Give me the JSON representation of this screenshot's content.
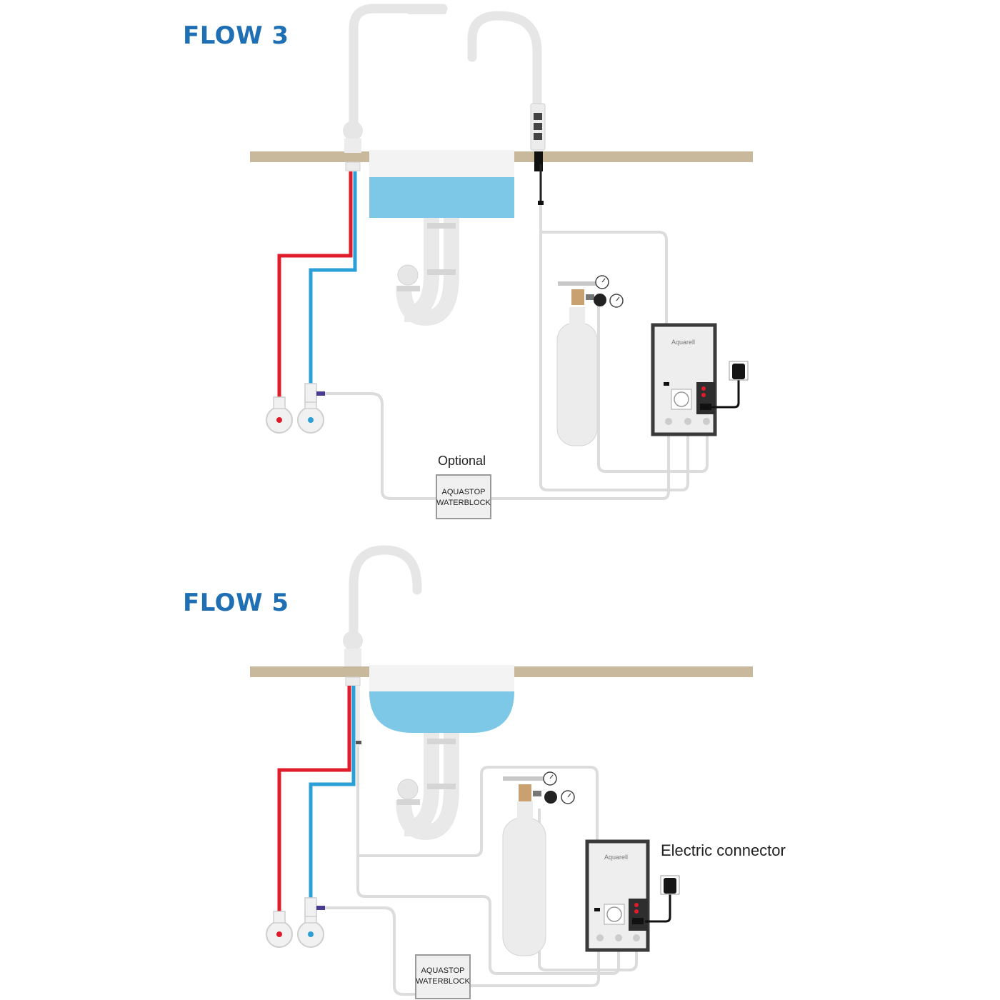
{
  "flow3": {
    "title": "FLOW 3",
    "optional_label": "Optional",
    "waterblock_line1": "AQUASTOP",
    "waterblock_line2": "WATERBLOCK",
    "unit_brand": "Aquarell"
  },
  "flow5": {
    "title": "FLOW 5",
    "electric_label": "Electric connector",
    "waterblock_line1": "AQUASTOP",
    "waterblock_line2": "WATERBLOCK",
    "unit_brand": "Aquarell"
  },
  "colors": {
    "title_blue": "#1f6fb5",
    "hot_pipe": "#e01b2a",
    "cold_pipe": "#2a9fd8",
    "countertop": "#c8b89c",
    "sink_water": "#7cc8e6",
    "unit_frame": "#3a3a3a",
    "hose": "#dcdcdc"
  }
}
